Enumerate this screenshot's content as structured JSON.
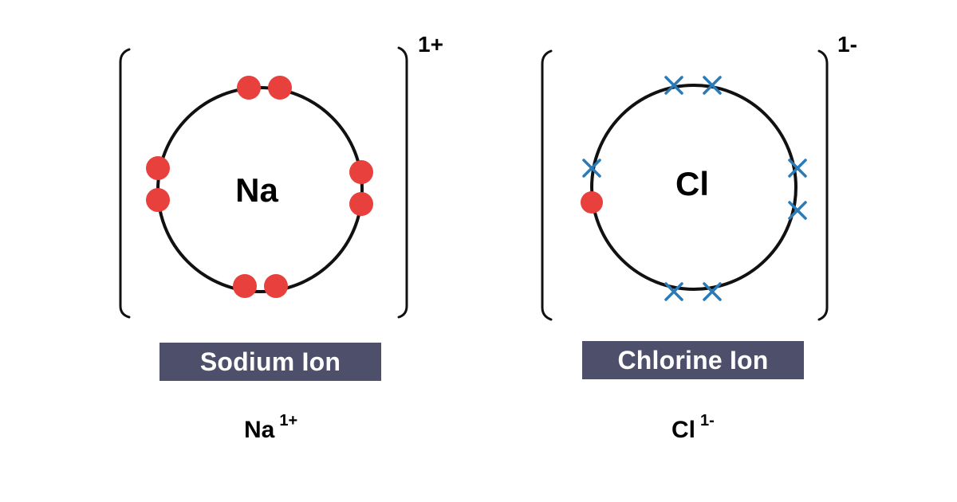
{
  "sodium": {
    "symbol": "Na",
    "charge": "1+",
    "label": "Sodium Ion",
    "formula_symbol": "Na",
    "formula_charge": "1+",
    "electron_marker": "dot",
    "electron_count": 8
  },
  "chlorine": {
    "symbol": "Cl",
    "charge": "1-",
    "label": "Chlorine Ion",
    "formula_symbol": "Cl",
    "formula_charge": "1-",
    "electron_markers": {
      "cross": 7,
      "dot": 1
    },
    "electron_count": 8
  },
  "colors": {
    "dot": "#e8403d",
    "cross": "#2a7ab8",
    "shell": "#111111",
    "label_bg": "#4d4f6b",
    "label_text": "#ffffff"
  }
}
